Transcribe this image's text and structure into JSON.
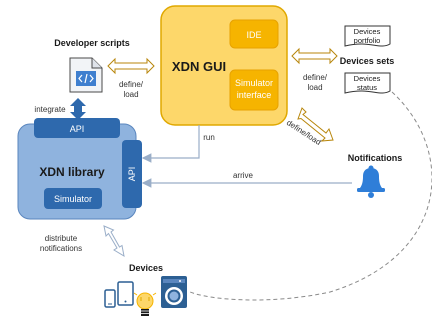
{
  "gui": {
    "title": "XDN GUI",
    "ide_label": "IDE",
    "simulator_line1": "Simulator",
    "simulator_line2": "interface"
  },
  "library": {
    "title": "XDN library",
    "api_top": "API",
    "api_side": "API",
    "simulator": "Simulator"
  },
  "developer_scripts": {
    "title": "Developer scripts"
  },
  "devices_sets": {
    "title": "Devices sets",
    "portfolio_line1": "Devices",
    "portfolio_line2": "portfolio",
    "status_line1": "Devices",
    "status_line2": "status"
  },
  "notifications": {
    "title": "Notifications"
  },
  "devices": {
    "title": "Devices"
  },
  "edges": {
    "define_load_left_1": "define/",
    "define_load_left_2": "load",
    "define_load_right_1": "define/",
    "define_load_right_2": "load",
    "define_load_diag": "define/load",
    "integrate": "integrate",
    "run": "run",
    "arrive": "arrive",
    "distribute_1": "distribute",
    "distribute_2": "notifications"
  },
  "colors": {
    "gui_fill": "#fdd76a",
    "gui_border": "#e0a800",
    "gui_inner": "#f6b400",
    "library_fill": "#8fb3de",
    "library_border": "#5a86be",
    "api_fill": "#2e69ad",
    "arrow_gold": "#b8860b",
    "arrow_blue": "#2e69ad",
    "arrow_gray": "#9aaec8",
    "bell": "#2f7ed8",
    "device_blue": "#2c5f93"
  },
  "icons": {
    "script": "code-file-icon",
    "bell": "bell-icon",
    "phone": "phone-icon",
    "tablet": "tablet-icon",
    "bulb": "light-bulb-icon",
    "washer": "washing-machine-icon"
  }
}
